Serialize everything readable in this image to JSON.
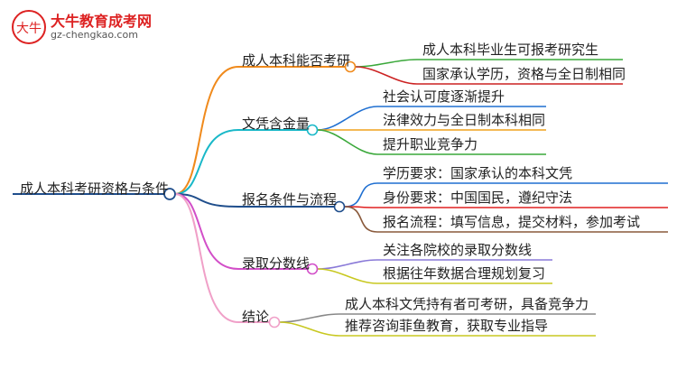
{
  "logo": {
    "title": "大牛教育成考网",
    "url": "gz-chengkao.com",
    "mark": "大牛"
  },
  "root": {
    "label": "成人本科考研资格与条件"
  },
  "branches": [
    {
      "id": "b1",
      "label": "成人本科能否考研",
      "color": "#f08a1c",
      "leaves": [
        "成人本科毕业生可报考研究生",
        "国家承认学历，资格与全日制相同"
      ],
      "leafColors": [
        "#3aa83a",
        "#cc2222"
      ]
    },
    {
      "id": "b2",
      "label": "文凭含金量",
      "color": "#19b8c8",
      "leaves": [
        "社会认可度逐渐提升",
        "法律效力与全日制本科相同",
        "提升职业竞争力"
      ],
      "leafColors": [
        "#1f6fd1",
        "#f0a21c",
        "#3aa83a"
      ]
    },
    {
      "id": "b3",
      "label": "报名条件与流程",
      "color": "#1f4e8c",
      "leaves": [
        "学历要求：国家承认的本科文凭",
        "身份要求：中国国民，遵纪守法",
        "报名流程：填写信息，提交材料，参加考试"
      ],
      "leafColors": [
        "#1f6fd1",
        "#e02020",
        "#8a5a3c"
      ]
    },
    {
      "id": "b4",
      "label": "录取分数线",
      "color": "#d24fc8",
      "leaves": [
        "关注各院校的录取分数线",
        "根据往年数据合理规划复习"
      ],
      "leafColors": [
        "#8a7ad8",
        "#c8c820"
      ]
    },
    {
      "id": "b5",
      "label": "结论",
      "color": "#f0a0c8",
      "leaves": [
        "成人本科文凭持有者可考研，具备竞争力",
        "推荐咨询菲鱼教育，获取专业指导"
      ],
      "leafColors": [
        "#888888",
        "#c8c820"
      ]
    }
  ]
}
